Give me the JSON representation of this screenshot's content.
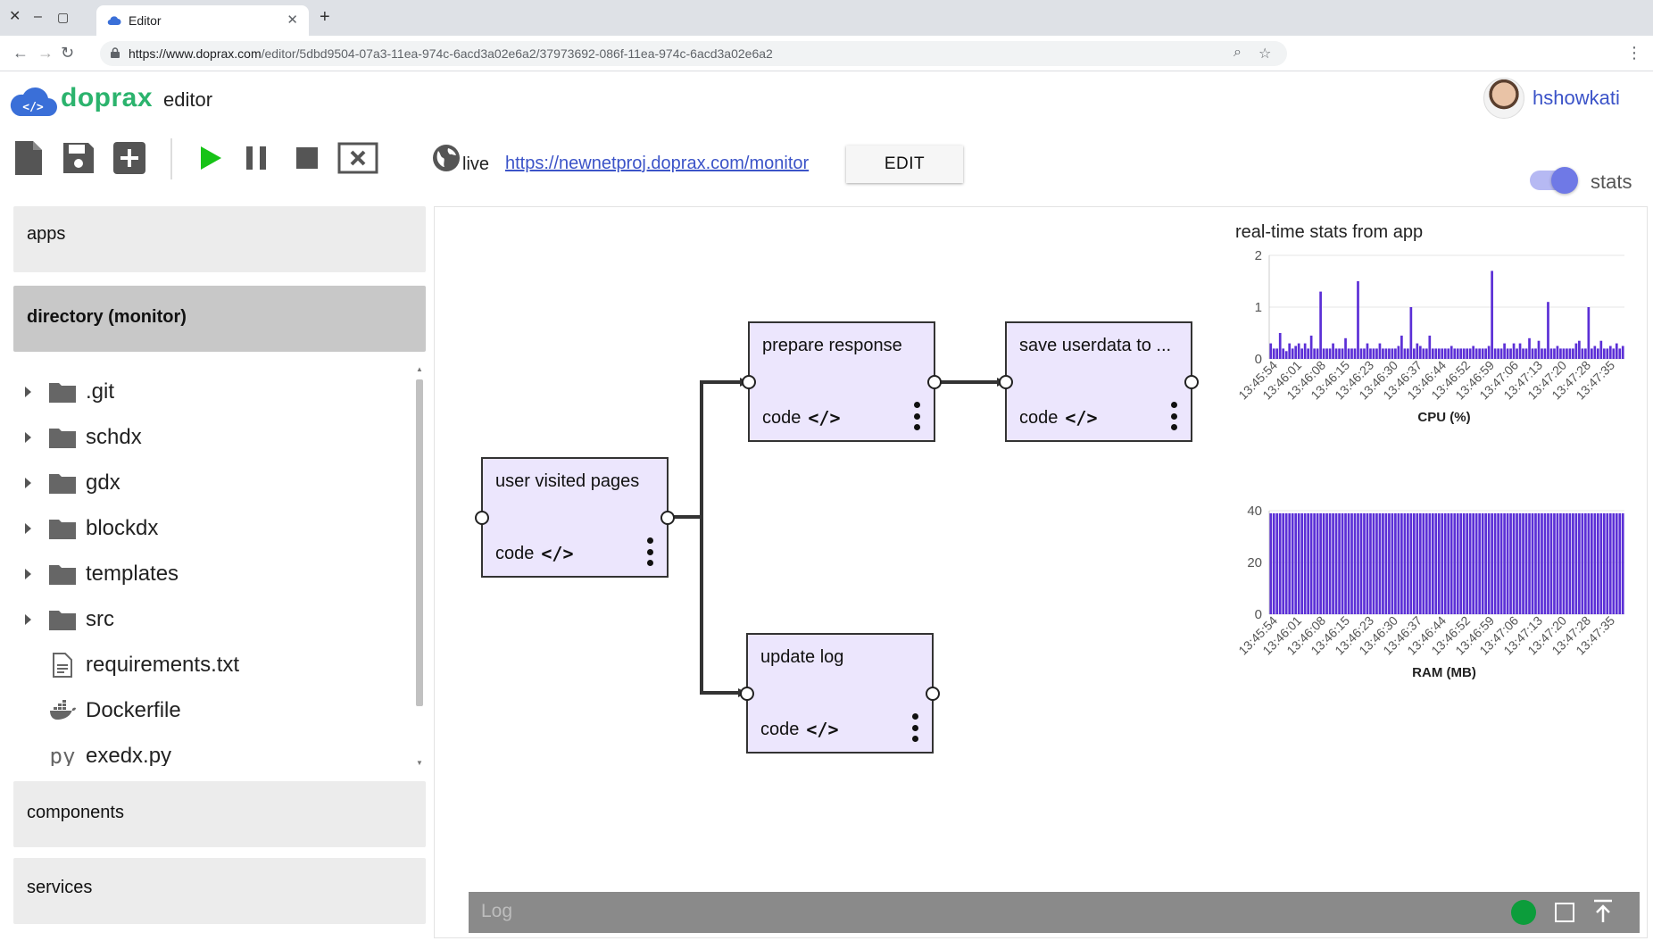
{
  "browser": {
    "tab_title": "Editor",
    "url_domain": "https://www.doprax.com",
    "url_path": "/editor/5dbd9504-07a3-11ea-974c-6acd3a02e6a2/37973692-086f-11ea-974c-6acd3a02e6a2"
  },
  "header": {
    "logo_text": "doprax",
    "logo_sub": "editor",
    "username": "hshowkati"
  },
  "toolbar": {
    "live_label": "live",
    "live_url": "https://newnetproj.doprax.com/monitor",
    "edit_label": "EDIT",
    "stats_label": "stats",
    "stats_enabled": true
  },
  "sidebar": {
    "apps_label": "apps",
    "directory_label": "directory (monitor)",
    "components_label": "components",
    "services_label": "services",
    "files": [
      {
        "name": ".git",
        "type": "folder"
      },
      {
        "name": "schdx",
        "type": "folder"
      },
      {
        "name": "gdx",
        "type": "folder"
      },
      {
        "name": "blockdx",
        "type": "folder"
      },
      {
        "name": "templates",
        "type": "folder"
      },
      {
        "name": "src",
        "type": "folder"
      },
      {
        "name": "requirements.txt",
        "type": "text-file"
      },
      {
        "name": "Dockerfile",
        "type": "docker-file"
      },
      {
        "name": "exedx.py",
        "type": "python-file"
      }
    ]
  },
  "nodes": {
    "visited": {
      "title": "user visited pages",
      "code": "code"
    },
    "prepare": {
      "title": "prepare response",
      "code": "code"
    },
    "save": {
      "title": "save userdata to ...",
      "code": "code"
    },
    "log": {
      "title": "update log",
      "code": "code"
    }
  },
  "stats": {
    "title": "real-time stats from app",
    "colors": {
      "bar": "#5b2fd6"
    }
  },
  "chart_data": [
    {
      "type": "bar",
      "xlabel": "CPU (%)",
      "ylim": [
        0,
        2
      ],
      "yticks": [
        0,
        1,
        2
      ],
      "xtick_labels": [
        "13:45:54",
        "13:46:01",
        "13:46:08",
        "13:46:15",
        "13:46:23",
        "13:46:30",
        "13:46:37",
        "13:46:44",
        "13:46:52",
        "13:46:59",
        "13:47:06",
        "13:47:13",
        "13:47:20",
        "13:47:28",
        "13:47:35"
      ],
      "values": [
        0.3,
        0.2,
        0.2,
        0.5,
        0.2,
        0.15,
        0.3,
        0.2,
        0.25,
        0.3,
        0.2,
        0.3,
        0.2,
        0.45,
        0.2,
        0.2,
        1.3,
        0.2,
        0.2,
        0.2,
        0.3,
        0.2,
        0.2,
        0.2,
        0.4,
        0.2,
        0.2,
        0.2,
        1.5,
        0.2,
        0.2,
        0.3,
        0.2,
        0.2,
        0.2,
        0.3,
        0.2,
        0.2,
        0.2,
        0.2,
        0.2,
        0.25,
        0.45,
        0.2,
        0.2,
        1.0,
        0.2,
        0.3,
        0.25,
        0.2,
        0.2,
        0.45,
        0.2,
        0.2,
        0.2,
        0.2,
        0.2,
        0.2,
        0.25,
        0.2,
        0.2,
        0.2,
        0.2,
        0.2,
        0.2,
        0.25,
        0.2,
        0.2,
        0.2,
        0.2,
        0.25,
        1.7,
        0.2,
        0.2,
        0.2,
        0.3,
        0.2,
        0.2,
        0.3,
        0.2,
        0.3,
        0.2,
        0.2,
        0.4,
        0.2,
        0.2,
        0.35,
        0.2,
        0.2,
        1.1,
        0.2,
        0.2,
        0.25,
        0.2,
        0.2,
        0.2,
        0.2,
        0.2,
        0.3,
        0.35,
        0.2,
        0.2,
        1.0,
        0.2,
        0.25,
        0.2,
        0.35,
        0.2,
        0.2,
        0.25,
        0.2,
        0.3,
        0.2,
        0.25
      ]
    },
    {
      "type": "bar",
      "xlabel": "RAM (MB)",
      "ylim": [
        0,
        40
      ],
      "yticks": [
        0,
        20,
        40
      ],
      "xtick_labels": [
        "13:45:54",
        "13:46:01",
        "13:46:08",
        "13:46:15",
        "13:46:23",
        "13:46:30",
        "13:46:37",
        "13:46:44",
        "13:46:52",
        "13:46:59",
        "13:47:06",
        "13:47:13",
        "13:47:20",
        "13:47:28",
        "13:47:35"
      ],
      "constant_value": 39,
      "bar_count": 114
    }
  ],
  "log": {
    "label": "Log"
  }
}
